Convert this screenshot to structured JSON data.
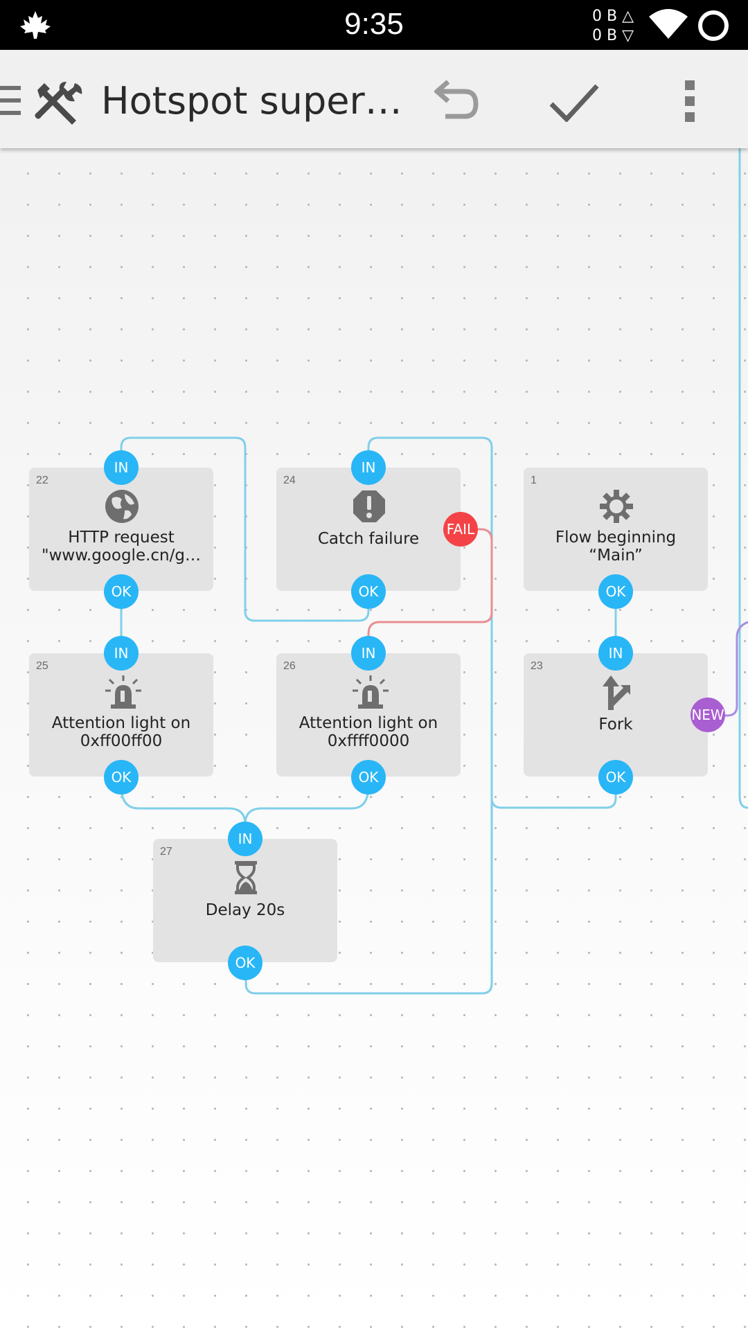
{
  "status_bar": {
    "time": "9:35",
    "net_up": "0 B △",
    "net_down": "0 B ▽"
  },
  "toolbar": {
    "title": "Hotspot super…",
    "icons": [
      "menu-icon",
      "tools-icon",
      "undo-icon",
      "check-icon",
      "overflow-icon"
    ]
  },
  "colors": {
    "wire": "#80cfe9",
    "port": "#29b6f6",
    "fail": "#f44347",
    "new": "#a95ed1",
    "node_bg": "#e3e3e3"
  },
  "nodes": [
    {
      "id": "22",
      "icon": "globe-icon",
      "label": "HTTP request\n\"www.google.cn/g…",
      "in": "IN",
      "ok": "OK"
    },
    {
      "id": "24",
      "icon": "alert-icon",
      "label": "Catch failure",
      "in": "IN",
      "ok": "OK",
      "fail": "FAIL"
    },
    {
      "id": "1",
      "icon": "gear-icon",
      "label": "Flow beginning\n“Main”",
      "ok": "OK"
    },
    {
      "id": "25",
      "icon": "siren-icon",
      "label": "Attention light on\n0xff00ff00",
      "in": "IN",
      "ok": "OK"
    },
    {
      "id": "26",
      "icon": "siren-icon",
      "label": "Attention light on\n0xffff0000",
      "in": "IN",
      "ok": "OK"
    },
    {
      "id": "23",
      "icon": "fork-icon",
      "label": "Fork",
      "in": "IN",
      "ok": "OK",
      "new": "NEW"
    },
    {
      "id": "27",
      "icon": "hourglass-icon",
      "label": "Delay 20s",
      "in": "IN",
      "ok": "OK"
    }
  ]
}
